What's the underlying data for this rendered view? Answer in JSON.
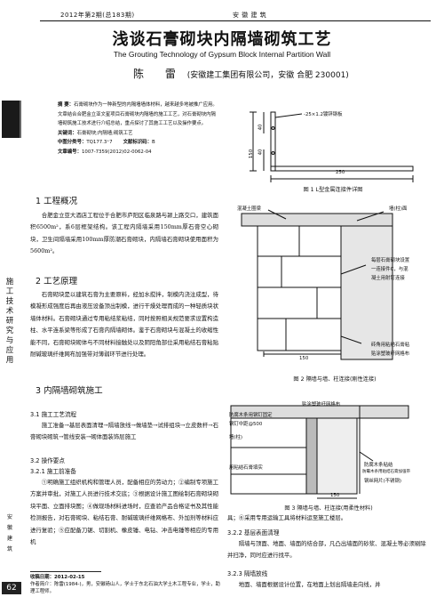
{
  "header": {
    "left": "2012年第2期(总183期)",
    "right": "安 徽 建 筑"
  },
  "title": "浅谈石膏砌块内隔墙砌筑工艺",
  "english_title": "The Grouting Technology of Gypsum Block Internal Partition Wall",
  "author": {
    "name": "陈 雷",
    "affiliation": "(安徽建工集团有限公司，安徽 合肥 230001)"
  },
  "abstract": {
    "label": "摘 要：",
    "text": "石膏砌块作为一种新型的内隔墙墙体材料，越来越多地被推广应用。文章结合合肥金立亚文星项目石膏砌块内隔墙的施工工艺，对石膏砌块内隔墙砌筑施工技术进行介绍总结，重点探讨了其施工工艺以及操作要点。",
    "keywords_label": "关键词：",
    "keywords": "石膏砌块;内隔墙;砌筑工艺",
    "clc_label": "中图分类号：",
    "clc": "TQ177.3⁺7",
    "doc_code_label": "文献标识码：",
    "doc_code": "B",
    "article_no_label": "文章编号：",
    "article_no": "1007-7359(2012)02-0062-04"
  },
  "sidebar": {
    "upper": [
      "施",
      "工",
      "技",
      "术",
      "研",
      "究",
      "与",
      "应",
      "用"
    ],
    "lower": [
      "安",
      "徽",
      "建",
      "筑"
    ],
    "page_number": "62"
  },
  "sections": [
    {
      "heading": "1  工程概况",
      "text": "合肥金立亚大酒店工程位于合肥市庐阳区临泉路与颍上路交口，建筑面积6500m²，系6层框架结构。该工程内隔墙采用150mm厚石膏空心砌块，卫生间隔墙采用100mm厚防潮石膏砌块，内隔墙石膏砌块使用面积为5600m²。"
    },
    {
      "heading": "2  工艺原理",
      "text": "石膏砌块是以建筑石膏为主要原料，经加水搅拌，制模内浇注成型，待模凝形成强度后再由液压设备顶出制模，进行干燥处理而成的一种轻质块状墙体材料。石膏砌块通过专用粘结浆粘结，同时按照相关规范要求设置构造柱、水平连系梁等形成了石膏内隔墙砌体。鉴于石膏砌块与混凝土的收缩性能不同，石膏砌块砌体与不同材料接触处以及阴阳角部位采用粘结石膏粘贴耐碱玻璃纤维网布加强带对薄弱环节进行处理。"
    },
    {
      "heading": "3  内隔墙砌筑施工"
    }
  ],
  "sub_3_1": {
    "heading": "3.1 施工工艺流程",
    "text": "施工准备→基层表面清理→隔墙放线→做墙垫→试排组块→立皮数杆→石膏砌块砌筑→管线安装→砌体面装饰层施工"
  },
  "sub_3_2": {
    "heading": "3.2 操作要点"
  },
  "sub_3_2_1": {
    "heading": "3.2.1 施工前准备",
    "text": "①明确施工组织机构和管理人员，配备相应的劳动力；②编制专项施工方案并审批，对施工人员进行技术交底；③根据设计施工图绘制石膏砌块砌块平面、立面排块图；④做现场材料进场时，应查验产品合格证书及其性能检测报告，对石膏砌块、粘结石膏、耐碱玻璃纤维网格布、外加剂等材料应进行复验；⑤应配备刀锯、切割机、橡皮锤、电钻、冲击电锤等相应的专用机"
  },
  "footnote": {
    "received": "收稿日期：2012-02-15",
    "author_bio": "作者简介：陈雷(1984-)，男，安徽砀山人，学士于东北石油大学土木工程专业，学士，助理工程师。"
  },
  "right_col": {
    "cont_text": "具；⑥采用专用运输工具将材料运至施工楼层。",
    "sub_3_2_2": {
      "heading": "3.2.2 基层表面清理",
      "text": "隔墙与顶面、地面、墙面的结合部，凡凸出墙面的砂浆、混凝土等必须剔除并扫净，同时应进行找平。"
    },
    "sub_3_2_3": {
      "heading": "3.2.3 隔墙放线",
      "text": "地面、墙面根据设计位置，在地面上划出隔墙走向线，并"
    }
  },
  "figures": {
    "fig1": {
      "caption": "图 1  L型金属连接件详图",
      "label_plate": "-25×1.2镀锌钢板",
      "dim_vertical": "150",
      "dim_small_top": "40",
      "dim_small_bottom": "40",
      "dim_width": "250"
    },
    "fig2": {
      "caption": "图 2  隔墙与墙、柱连接(刚性连接)",
      "labels": {
        "a": "混凝土圈梁",
        "b": "墙(柱)面",
        "c": "每层石膏砌块设置",
        "d": "一连接件C，与混",
        "e": "凝土用射钉连接",
        "f": "砖角用粘结石膏粘",
        "g": "贴涂塑玻纤网格布"
      },
      "dim": "150"
    },
    "fig3": {
      "caption": "图 3  隔墙与墙、柱连接(用柔性材料)",
      "labels": {
        "a": "贴涂塑玻纤网格布",
        "b": "防腐木条用钢钉固定",
        "c": "钢钉中距@500",
        "d": "墙(柱)",
        "e": "用粘结石膏填实",
        "f": "防腐木条粘结",
        "g": "防霉木条用粘结石膏加强带",
        "h": "钢丝网片(不锈钢)"
      },
      "dim": "150"
    }
  }
}
